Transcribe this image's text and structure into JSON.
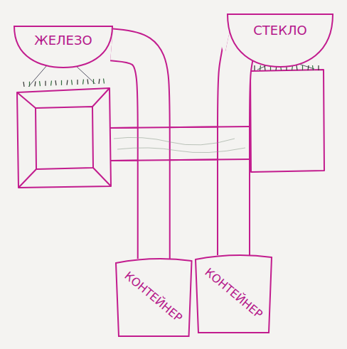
{
  "diagram": {
    "nodes": [
      {
        "text": [
          "ЖЕЛЕЗО"
        ]
      },
      {
        "text": [
          "СТЕКЛО"
        ]
      },
      {
        "text": [
          "КОНТЕЙНЕР"
        ]
      },
      {
        "text": [
          "КОНТЕЙНЕР"
        ]
      }
    ],
    "edges": [
      {
        "from": 0,
        "to": 2,
        "arrow": "none"
      },
      {
        "from": 1,
        "to": 3,
        "arrow": "none"
      }
    ]
  }
}
